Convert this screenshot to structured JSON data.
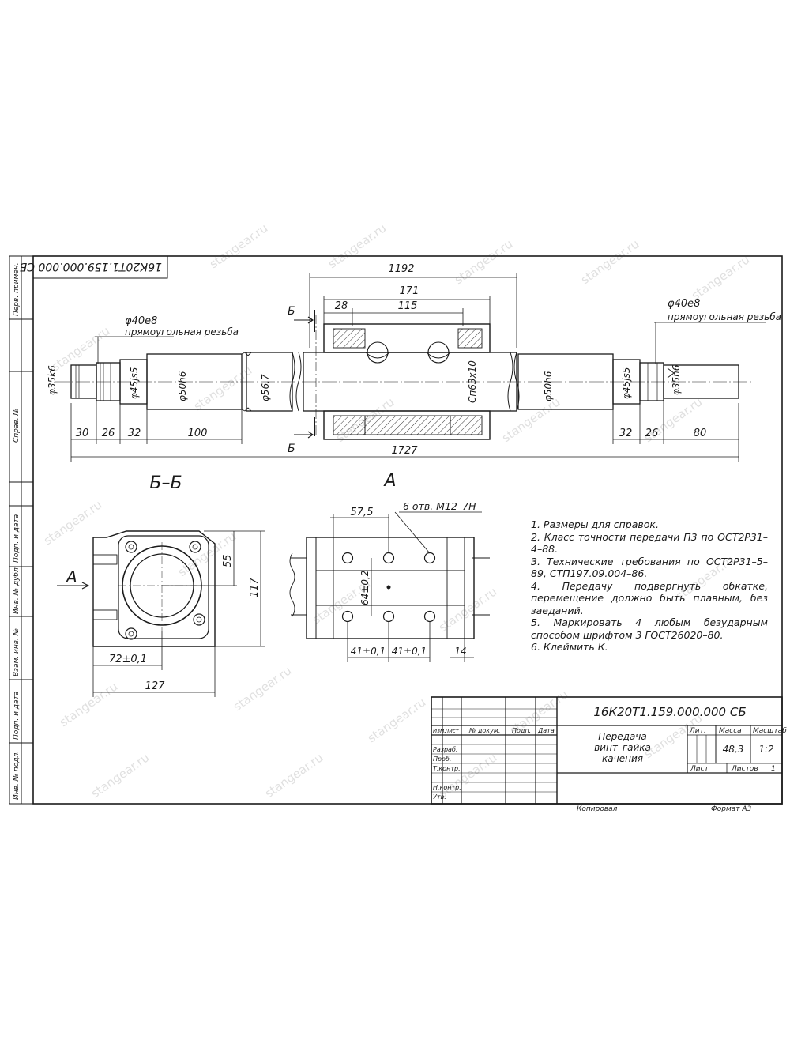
{
  "stamp_rotated": "16К20Т1.159.000.000 СБ",
  "side_labels": [
    "Перв. примен.",
    "Справ. №",
    "Подп. и дата",
    "Инв. № дубл.",
    "Взам. инв. №",
    "Подп. и дата",
    "Инв. № подл."
  ],
  "watermark": "stangear.ru",
  "top_view": {
    "thread_label": "прямоугольная резьба",
    "dim_1192": "1192",
    "dim_171": "171",
    "dim_28": "28",
    "dim_115": "115",
    "dim_1727": "1727",
    "left_phi40": "φ40е8",
    "left_phi35": "φ35k6",
    "left_phi45": "φ45js5",
    "left_phi50": "φ50h6",
    "phi56": "φ56,7",
    "sp63": "Сп63х10",
    "right_phi50": "φ50h6",
    "right_phi45": "φ45js5",
    "right_phi35": "φ35h6",
    "right_phi40": "φ40е8",
    "dim_30": "30",
    "dim_26_left": "26",
    "dim_32_left": "32",
    "dim_100": "100",
    "dim_32_right": "32",
    "dim_26_right": "26",
    "dim_80": "80",
    "section_letter_top": "Б",
    "section_letter_bottom": "Б"
  },
  "section_view": {
    "title": "Б–Б",
    "view_arrow": "А",
    "dim_55": "55",
    "dim_117": "117",
    "dim_72": "72±0,1",
    "dim_127": "127"
  },
  "view_a": {
    "title": "А",
    "holes_label": "6 отв. М12–7Н",
    "dim_57_5": "57,5",
    "dim_64": "64±0,2",
    "dim_41a": "41±0,1",
    "dim_41b": "41±0,1",
    "dim_14": "14"
  },
  "notes": [
    "1. Размеры для справок.",
    "2. Класс точности передачи П3 по ОСТ2Р31–4–88.",
    "3. Технические требования по ОСТ2Р31–5–89, СТП197.09.004–86.",
    "4. Передачу подвергнуть обкатке, перемещение должно быть плавным, без заеданий.",
    "5. Маркировать 4 любым безударным способом шрифтом 3 ГОСТ26020–80.",
    "6. Клеймить К."
  ],
  "title_block": {
    "designation": "16К20Т1.159.000.000 СБ",
    "name_lines": [
      "Передача",
      "винт–гайка",
      "качения"
    ],
    "col_headers": [
      "Изм.",
      "Лист",
      "№ докум.",
      "Подп.",
      "Дата"
    ],
    "row_labels": [
      "Разраб.",
      "Проб.",
      "Т.контр.",
      "Н.контр.",
      "Утв."
    ],
    "lit_label": "Лит.",
    "mass_label": "Масса",
    "scale_label": "Масштаб",
    "mass_value": "48,3",
    "scale_value": "1:2",
    "sheet_label": "Лист",
    "sheets_label": "Листов",
    "sheets_value": "1",
    "copied": "Копировал",
    "format": "Формат А3"
  }
}
